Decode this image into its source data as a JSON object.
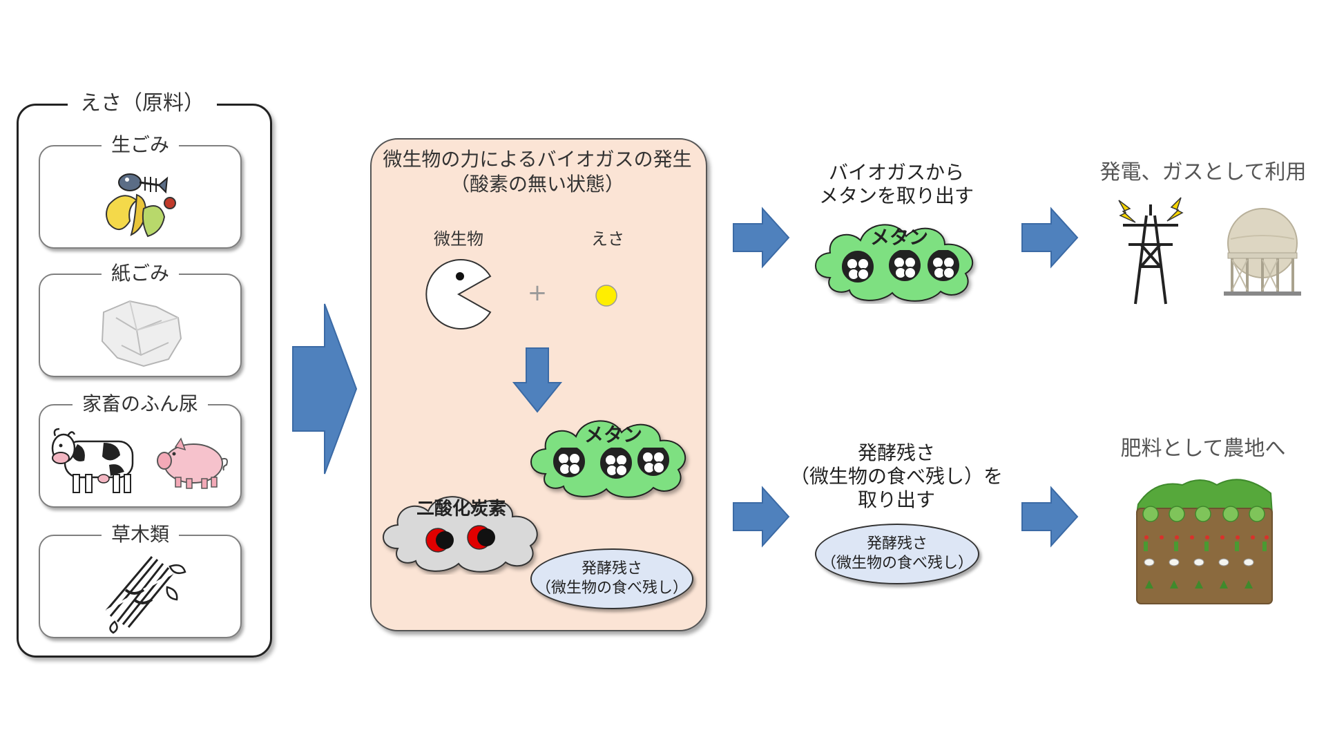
{
  "feed_panel": {
    "title": "えさ（原料）",
    "cards": [
      {
        "label": "生ごみ"
      },
      {
        "label": "紙ごみ"
      },
      {
        "label": "家畜のふん尿"
      },
      {
        "label": "草木類"
      }
    ]
  },
  "process_panel": {
    "title": "微生物の力によるバイオガスの発生",
    "subtitle": "（酸素の無い状態）",
    "microbe_label": "微生物",
    "plus_sign": "+",
    "feed_label": "えさ",
    "methane_label": "メタン",
    "co2_label": "二酸化炭素",
    "residue_line1": "発酵残さ",
    "residue_line2": "（微生物の食べ残し）"
  },
  "upper_path": {
    "caption_line1": "バイオガスから",
    "caption_line2": "メタンを取り出す",
    "methane_label": "メタン",
    "usage": "発電、ガスとして利用"
  },
  "lower_path": {
    "caption_line1": "発酵残さ",
    "caption_line2": "（微生物の食べ残し）を",
    "caption_line3": "取り出す",
    "residue_line1": "発酵残さ",
    "residue_line2": "（微生物の食べ残し）",
    "usage": "肥料として農地へ"
  },
  "colors": {
    "arrow": "#4f81bd",
    "process_bg": "#fbe4d5",
    "methane_cloud": "#7ee081",
    "co2_cloud": "#d9d9d9",
    "residue_ellipse": "#dde6f5",
    "feed_dot": "#ffee00",
    "co2_dot": "#e00000"
  }
}
